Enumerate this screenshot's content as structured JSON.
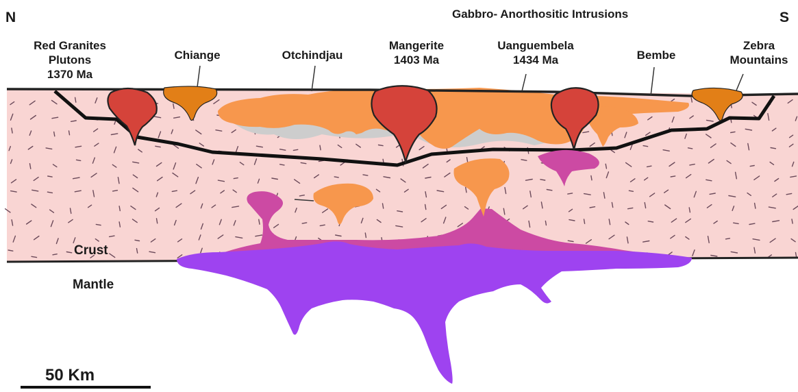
{
  "direction": {
    "north": "N",
    "south": "S"
  },
  "header": "Gabbro- Anorthositic Intrusions",
  "labels": {
    "red_granites": [
      "Red Granites",
      "Plutons",
      "1370 Ma"
    ],
    "chiange": "Chiange",
    "otchindjau": "Otchindjau",
    "mangerite": [
      "Mangerite",
      "1403 Ma"
    ],
    "uanguembela": [
      "Uanguembela",
      "1434 Ma"
    ],
    "bembe": "Bembe",
    "zebra": [
      "Zebra",
      "Mountains"
    ]
  },
  "layers": {
    "crust": "Crust",
    "mantle": "Mantle"
  },
  "scale": {
    "label": "50 Km"
  },
  "colors": {
    "crust": "#f9d5d3",
    "granite": "#d5433a",
    "anorthosite": "#f7974d",
    "anorthosite_dark": "#e27f17",
    "underplate_pink": "#cc4aa3",
    "mantle_purple": "#9e43f0",
    "grey_zone": "#cdcdcd"
  }
}
